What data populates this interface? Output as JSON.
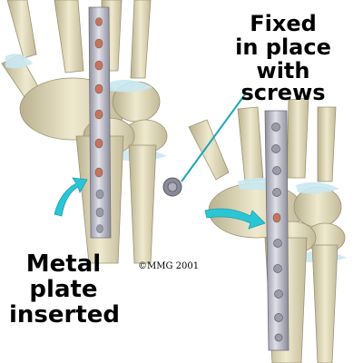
{
  "labels": {
    "left": [
      "Metal",
      "plate",
      "inserted"
    ],
    "right": [
      "Fixed",
      "in place",
      "with screws"
    ]
  },
  "copyright": "©MMG 2001",
  "colors": {
    "bone": "#e6e0c2",
    "bone_shadow": "#b9b18e",
    "cartilage": "#c9e8f2",
    "plate": "#b8b8c4",
    "plate_edge": "#7d7d8c",
    "arrow": "#2bc6d6",
    "pointer_line": "#1aa7b8",
    "hole_red": "#c7745e"
  }
}
